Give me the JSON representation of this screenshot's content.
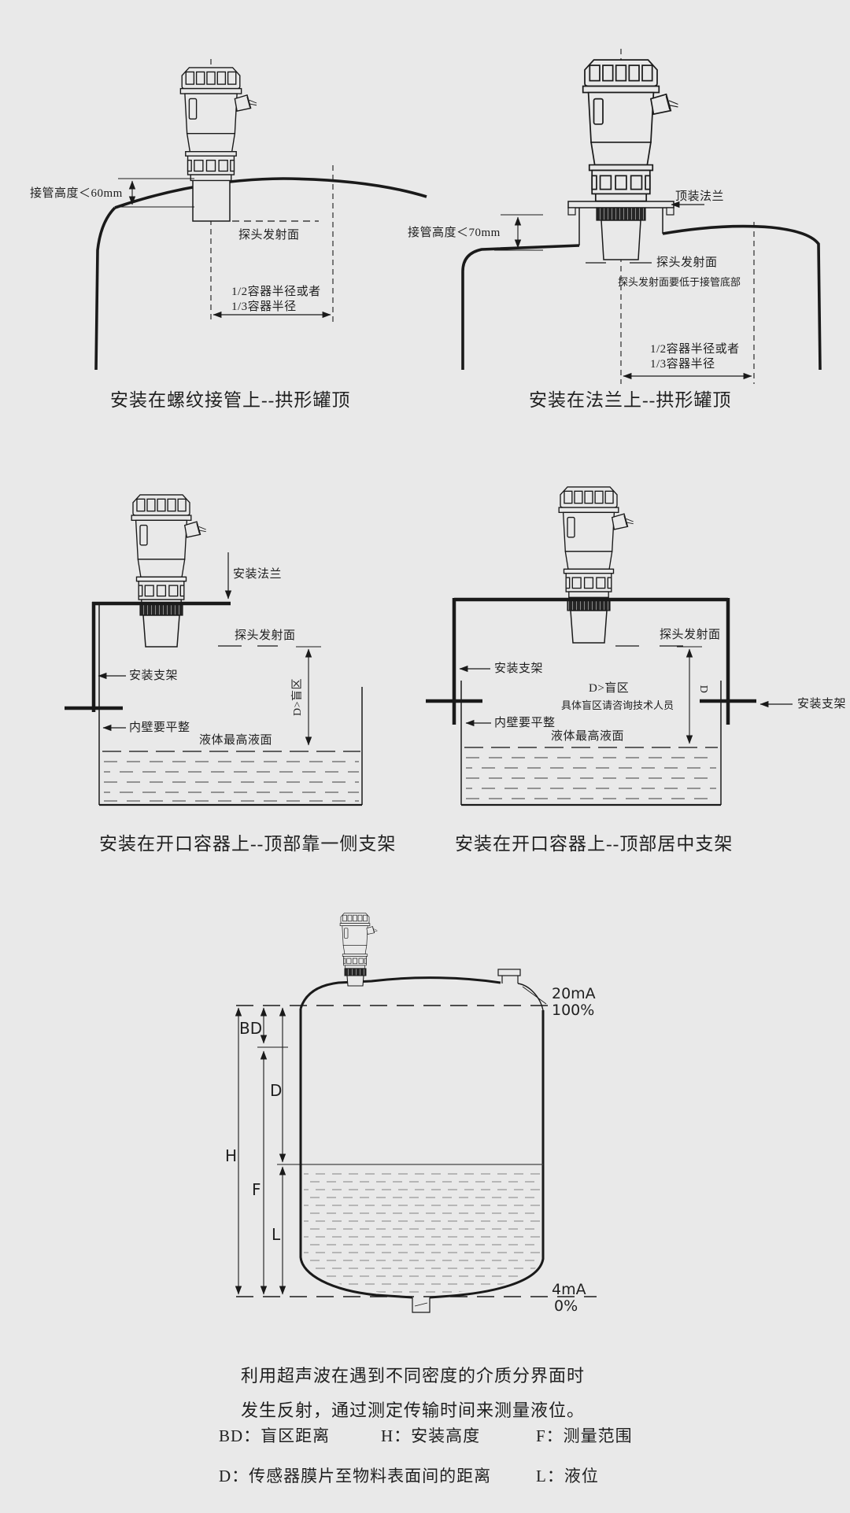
{
  "page": {
    "background_color": "#e9e9e9",
    "line_color": "#1a1a1a"
  },
  "diagram1": {
    "caption": "安装在螺纹接管上--拱形罐顶",
    "labels": {
      "pipe_height": "接管高度＜60mm",
      "probe_face": "探头发射面",
      "radius_line1": "1/2容器半径或者",
      "radius_line2": "1/3容器半径"
    }
  },
  "diagram2": {
    "caption": "安装在法兰上--拱形罐顶",
    "labels": {
      "top_flange": "顶装法兰",
      "pipe_height": "接管高度＜70mm",
      "probe_face": "探头发射面",
      "probe_face_note": "探头发射面要低于接管底部",
      "radius_line1": "1/2容器半径或者",
      "radius_line2": "1/3容器半径"
    }
  },
  "diagram3": {
    "caption": "安装在开口容器上--顶部靠一侧支架",
    "labels": {
      "mount_flange": "安装法兰",
      "probe_face": "探头发射面",
      "blind_zone": "D>盲区",
      "bracket": "安装支架",
      "wall_flat": "内壁要平整",
      "max_level": "液体最高液面"
    }
  },
  "diagram4": {
    "caption": "安装在开口容器上--顶部居中支架",
    "labels": {
      "probe_face": "探头发射面",
      "blind_zone": "D>盲区",
      "dim_d": "D",
      "blind_zone_note": "具体盲区请咨询技术人员",
      "bracket_left": "安装支架",
      "bracket_right": "安装支架",
      "wall_flat": "内壁要平整",
      "max_level": "液体最高液面"
    }
  },
  "diagram5": {
    "labels": {
      "ma20": "20mA",
      "pct100": "100%",
      "ma4": "4mA",
      "pct0": "0%",
      "bd": "BD",
      "d": "D",
      "h": "H",
      "f": "F",
      "l": "L"
    }
  },
  "description": {
    "line1": "利用超声波在遇到不同密度的介质分界面时",
    "line2": "发生反射，通过测定传输时间来测量液位。"
  },
  "legend": {
    "bd": "BD：盲区距离",
    "h": "H：安装高度",
    "f": "F：测量范围",
    "d": "D：传感器膜片至物料表面间的距离",
    "l": "L：液位"
  }
}
